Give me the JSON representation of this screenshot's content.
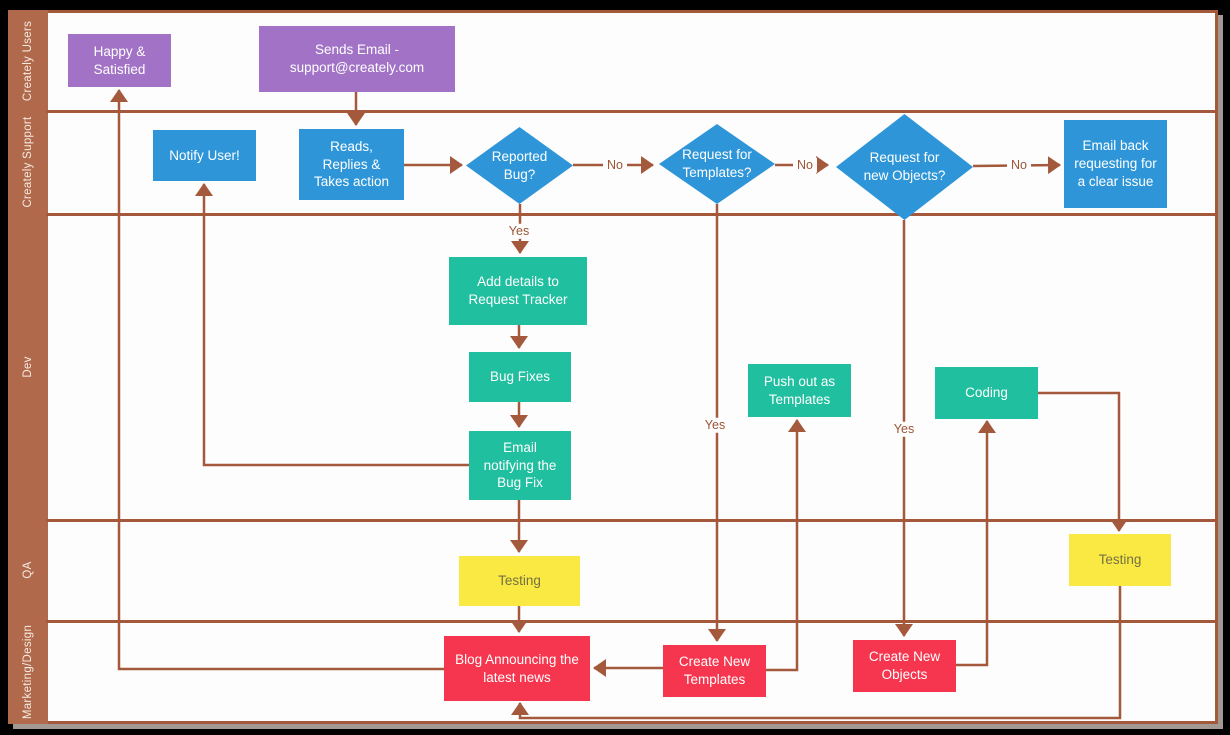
{
  "palette": {
    "purple": "#a172c5",
    "blue": "#2e96d8",
    "green": "#1fbf9f",
    "yellow": "#f9e942",
    "red": "#f5364e",
    "connector_brown": "#a4593c",
    "lane_strip_brown": "#b0694b"
  },
  "lanes": [
    {
      "label": "Creately Users"
    },
    {
      "label": "Creately Support"
    },
    {
      "label": "Dev"
    },
    {
      "label": "QA"
    },
    {
      "label": "Marketing/Design"
    }
  ],
  "nodes": {
    "happy_satisfied": {
      "label": "Happy & Satisfied",
      "shape": "rect",
      "color": "purple"
    },
    "sends_email": {
      "label": "Sends Email - support@creately.com",
      "shape": "rect",
      "color": "purple"
    },
    "notify_user": {
      "label": "Notify User!",
      "shape": "rect",
      "color": "blue"
    },
    "reads_replies": {
      "label": "Reads, Replies & Takes action",
      "shape": "rect",
      "color": "blue"
    },
    "reported_bug": {
      "label": "Reported Bug?",
      "shape": "diamond",
      "color": "blue"
    },
    "request_templates": {
      "label": "Request for Templates?",
      "shape": "diamond",
      "color": "blue"
    },
    "request_objects": {
      "label": "Request for new Objects?",
      "shape": "diamond",
      "color": "blue"
    },
    "email_back": {
      "label": "Email back requesting for a clear issue",
      "shape": "rect",
      "color": "blue"
    },
    "add_details": {
      "label": "Add details to Request Tracker",
      "shape": "rect",
      "color": "green"
    },
    "bug_fixes": {
      "label": "Bug Fixes",
      "shape": "rect",
      "color": "green"
    },
    "email_notifying": {
      "label": "Email notifying the Bug Fix",
      "shape": "rect",
      "color": "green"
    },
    "push_templates": {
      "label": "Push out as Templates",
      "shape": "rect",
      "color": "green"
    },
    "coding": {
      "label": "Coding",
      "shape": "rect",
      "color": "green"
    },
    "testing_dev": {
      "label": "Testing",
      "shape": "rect",
      "color": "yellow"
    },
    "testing_objects": {
      "label": "Testing",
      "shape": "rect",
      "color": "yellow"
    },
    "blog": {
      "label": "Blog Announcing the latest news",
      "shape": "rect",
      "color": "red"
    },
    "create_templates": {
      "label": "Create New Templates",
      "shape": "rect",
      "color": "red"
    },
    "create_objects": {
      "label": "Create New Objects",
      "shape": "rect",
      "color": "red"
    }
  },
  "edge_labels": {
    "no_reported_bug": "No",
    "no_request_templates": "No",
    "no_request_objects": "No",
    "yes_reported_bug": "Yes",
    "yes_request_templates": "Yes",
    "yes_request_objects": "Yes"
  }
}
